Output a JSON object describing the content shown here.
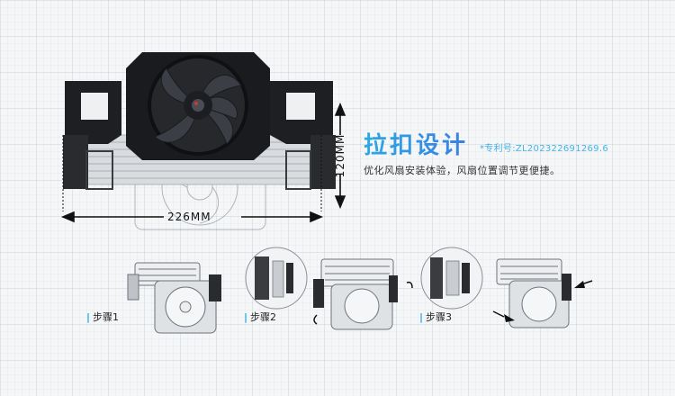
{
  "feature": {
    "title": "拉扣设计",
    "patent": "*专利号:ZL202322691269.6",
    "description": "优化风扇安装体验，风扇位置调节更便捷。"
  },
  "dimensions": {
    "width": "226MM",
    "height": "120MM"
  },
  "steps": [
    {
      "mark": "|",
      "label": "步骤1"
    },
    {
      "mark": "|",
      "label": "步骤2"
    },
    {
      "mark": "|",
      "label": "步骤3"
    }
  ],
  "colors": {
    "accent": "#2aa8e6",
    "product": "#1c1d20",
    "line": "#111111"
  }
}
